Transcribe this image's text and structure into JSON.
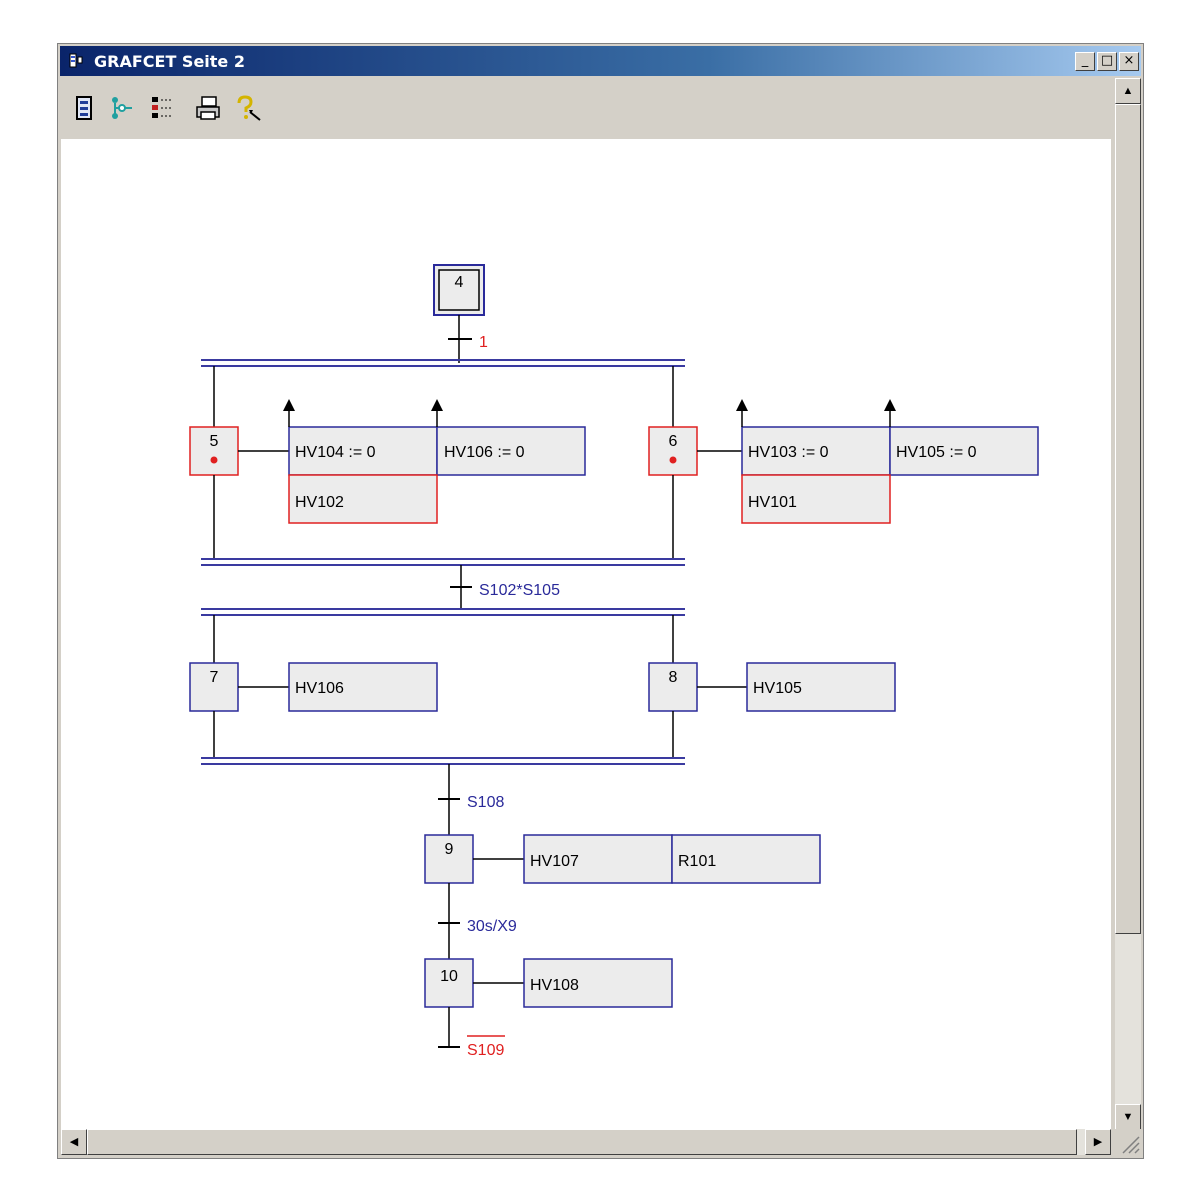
{
  "window": {
    "title": "GRAFCET Seite 2",
    "controls": {
      "minimize": "_",
      "maximize": "□",
      "close": "×"
    }
  },
  "toolbar": {
    "tools": [
      "page-icon",
      "tree-icon",
      "list-icon",
      "printer-icon",
      "help-icon"
    ]
  },
  "colors": {
    "bus": "#3a3aa0",
    "step_border": "#2a2a9a",
    "active": "#e02020",
    "transition_blue": "#2a2a9a",
    "transition_red": "#e02020",
    "action_fill": "#ececec"
  },
  "diagram": {
    "initial_step": "4",
    "transitions": {
      "t1": "1",
      "t2": "S102*S105",
      "t3": "S108",
      "t4": "30s/X9",
      "t5": "S109"
    },
    "steps": {
      "s5": "5",
      "s6": "6",
      "s7": "7",
      "s8": "8",
      "s9": "9",
      "s10": "10"
    },
    "actions": {
      "a5_1": "HV104 := 0",
      "a5_2": "HV106 := 0",
      "a5_3": "HV102",
      "a6_1": "HV103 := 0",
      "a6_2": "HV105 := 0",
      "a6_3": "HV101",
      "a7": "HV106",
      "a8": "HV105",
      "a9_1": "HV107",
      "a9_2": "R101",
      "a10": "HV108"
    }
  }
}
